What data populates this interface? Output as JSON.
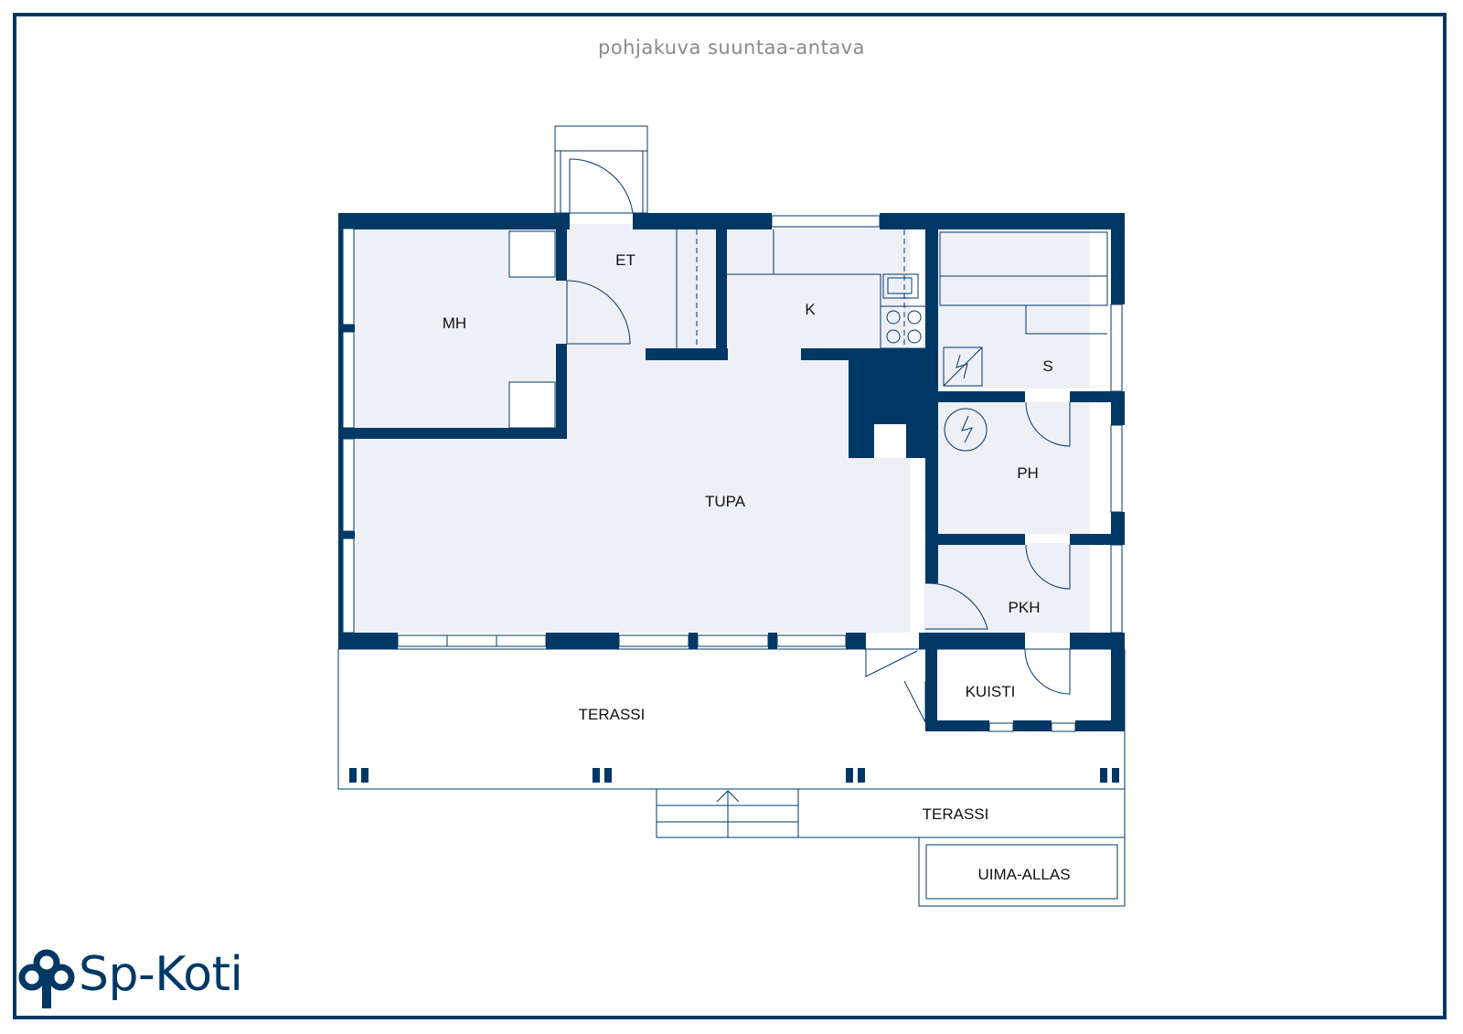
{
  "colors": {
    "wall": "#003865",
    "floor": "#eef0f6",
    "line": "#003865",
    "label": "#111111"
  },
  "subtitle": "pohjakuva suuntaa-antava",
  "rooms": {
    "mh": "MH",
    "et": "ET",
    "k": "K",
    "s": "S",
    "tupa": "TUPA",
    "ph": "PH",
    "pkh": "PKH",
    "kuisti": "KUISTI",
    "terassi_main": "TERASSI",
    "terassi_lower": "TERASSI",
    "uima_allas": "UIMA-ALLAS"
  },
  "brand": {
    "name": "Sp-Koti",
    "icon": "sp-koti-tree-logo-icon"
  }
}
